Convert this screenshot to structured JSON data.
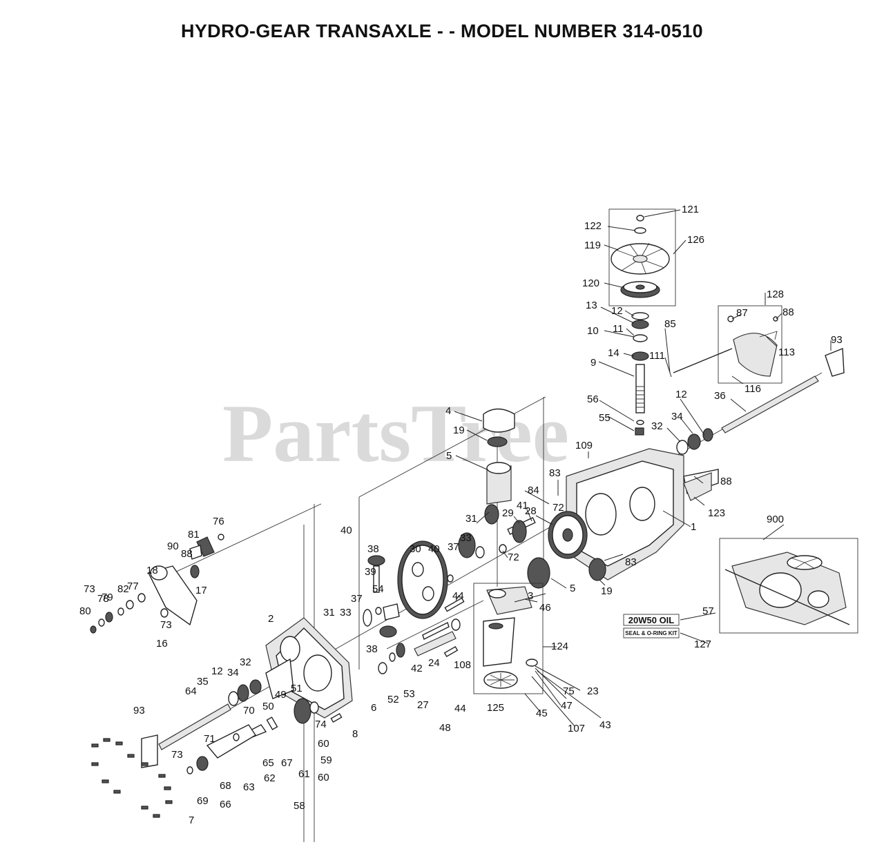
{
  "title": "HYDRO-GEAR TRANSAXLE - - MODEL NUMBER 314-0510",
  "watermark": "PartsTree",
  "oil_label": "20W50 OIL",
  "kit_label": "SEAL & O-RING KIT",
  "callouts": [
    "121",
    "122",
    "119",
    "126",
    "120",
    "13",
    "12",
    "11",
    "10",
    "14",
    "9",
    "128",
    "87",
    "88",
    "113",
    "93",
    "85",
    "111",
    "116",
    "36",
    "12",
    "56",
    "55",
    "34",
    "32",
    "4",
    "19",
    "5",
    "109",
    "83",
    "88",
    "84",
    "72",
    "123",
    "1",
    "28",
    "29",
    "41",
    "31",
    "900",
    "33",
    "37",
    "40",
    "30",
    "38",
    "39",
    "54",
    "81",
    "76",
    "90",
    "88",
    "18",
    "77",
    "82",
    "79",
    "73",
    "78",
    "80",
    "73",
    "16",
    "17",
    "2",
    "31",
    "33",
    "37",
    "40",
    "38",
    "44",
    "3",
    "46",
    "83",
    "19",
    "5",
    "72",
    "57",
    "127",
    "124",
    "42",
    "27",
    "53",
    "52",
    "24",
    "108",
    "6",
    "48",
    "44",
    "23",
    "75",
    "47",
    "45",
    "125",
    "107",
    "43",
    "32",
    "34",
    "12",
    "35",
    "49",
    "51",
    "50",
    "64",
    "93",
    "70",
    "74",
    "8",
    "71",
    "65",
    "67",
    "60",
    "59",
    "61",
    "62",
    "63",
    "68",
    "66",
    "69",
    "73",
    "58",
    "7",
    "60"
  ]
}
